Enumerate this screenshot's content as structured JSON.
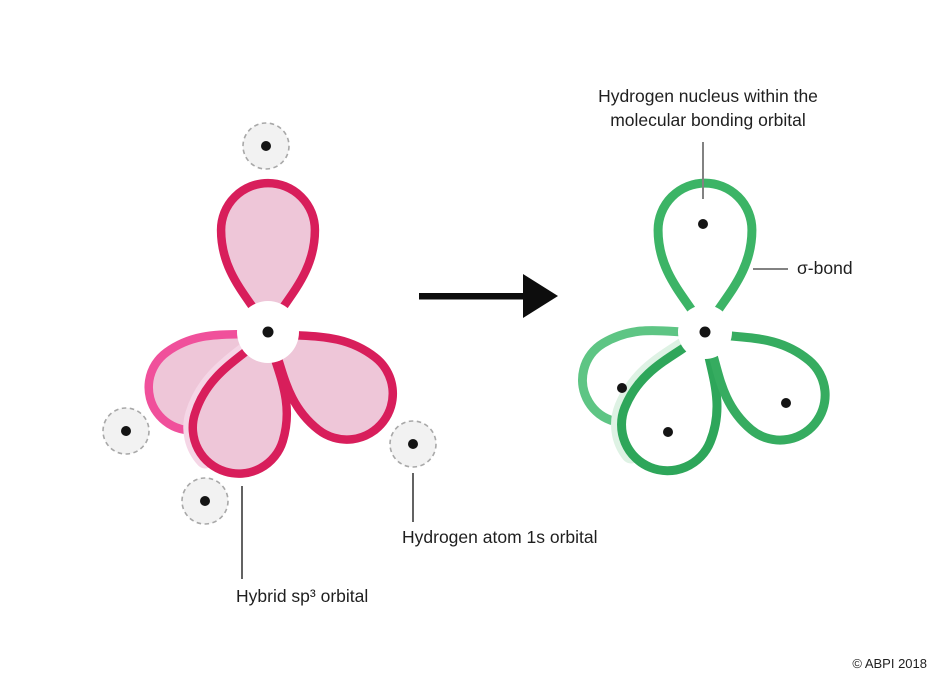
{
  "left_diagram": {
    "hybrid_sp3_label": "Hybrid sp³ orbital",
    "hydrogen_1s_label": "Hydrogen atom 1s orbital"
  },
  "right_diagram": {
    "nucleus_label_line1": "Hydrogen nucleus within the",
    "nucleus_label_line2": "molecular bonding orbital",
    "sigma_label": "σ-bond"
  },
  "footer": {
    "copyright": "© ABPI 2018"
  },
  "colors": {
    "background": "#ffffff",
    "pink_stroke": "#d81e5b",
    "pink_rear_stroke": "#f0509b",
    "pink_fill": "#eec6d8",
    "pink_highlight": "#f5d6e6",
    "green_top": "#3cb466",
    "green_main": "#36ac60",
    "green_front": "#2ea65a",
    "green_rear": "#5ec584",
    "green_highlight": "#def2e4",
    "h_circle_fill": "#f2f2f2",
    "h_circle_stroke": "#a8a8a8",
    "dot": "#141414",
    "arrow": "#0d0d0d",
    "leader_dark": "#3c3c3c",
    "leader_gray": "#828282",
    "text": "#1f1f1f"
  }
}
